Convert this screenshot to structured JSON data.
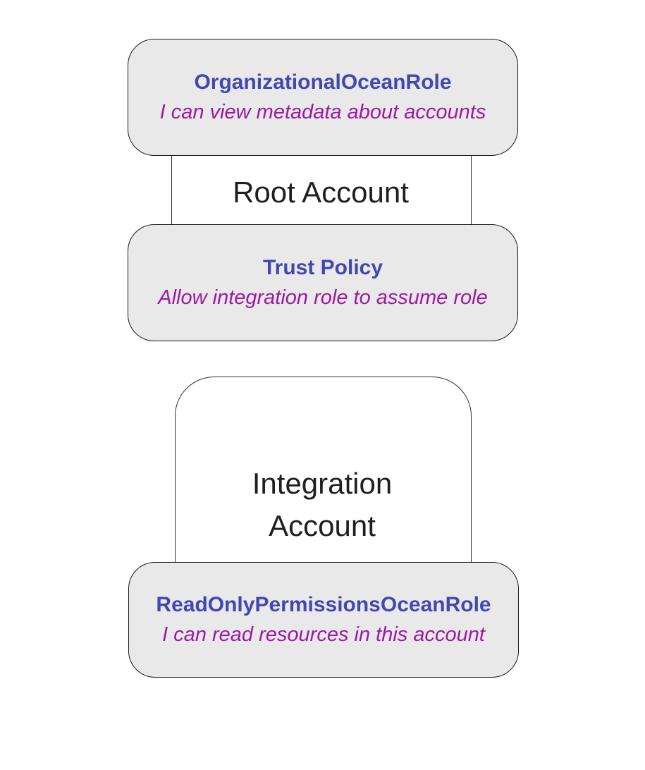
{
  "diagram": {
    "background": "#ffffff",
    "colors": {
      "node_fill": "#e9e9e9",
      "node_border": "#1a1a1a",
      "container_border": "#2e2e2e",
      "title_color": "#4247b3",
      "subtitle_color": "#9c1aa3",
      "group_label_color": "#1f1f1f"
    },
    "groups": [
      {
        "id": "root-account",
        "label": "Root Account",
        "nodes": [
          {
            "id": "organizational-ocean-role",
            "title": "OrganizationalOceanRole",
            "subtitle": "I can view metadata about accounts"
          },
          {
            "id": "trust-policy",
            "title": "Trust Policy",
            "subtitle": "Allow integration role to assume role"
          }
        ]
      },
      {
        "id": "integration-account",
        "label": "Integration Account",
        "nodes": [
          {
            "id": "read-only-permissions-ocean-role",
            "title": "ReadOnlyPermissionsOceanRole",
            "subtitle": "I can read resources in this account"
          }
        ]
      }
    ]
  }
}
